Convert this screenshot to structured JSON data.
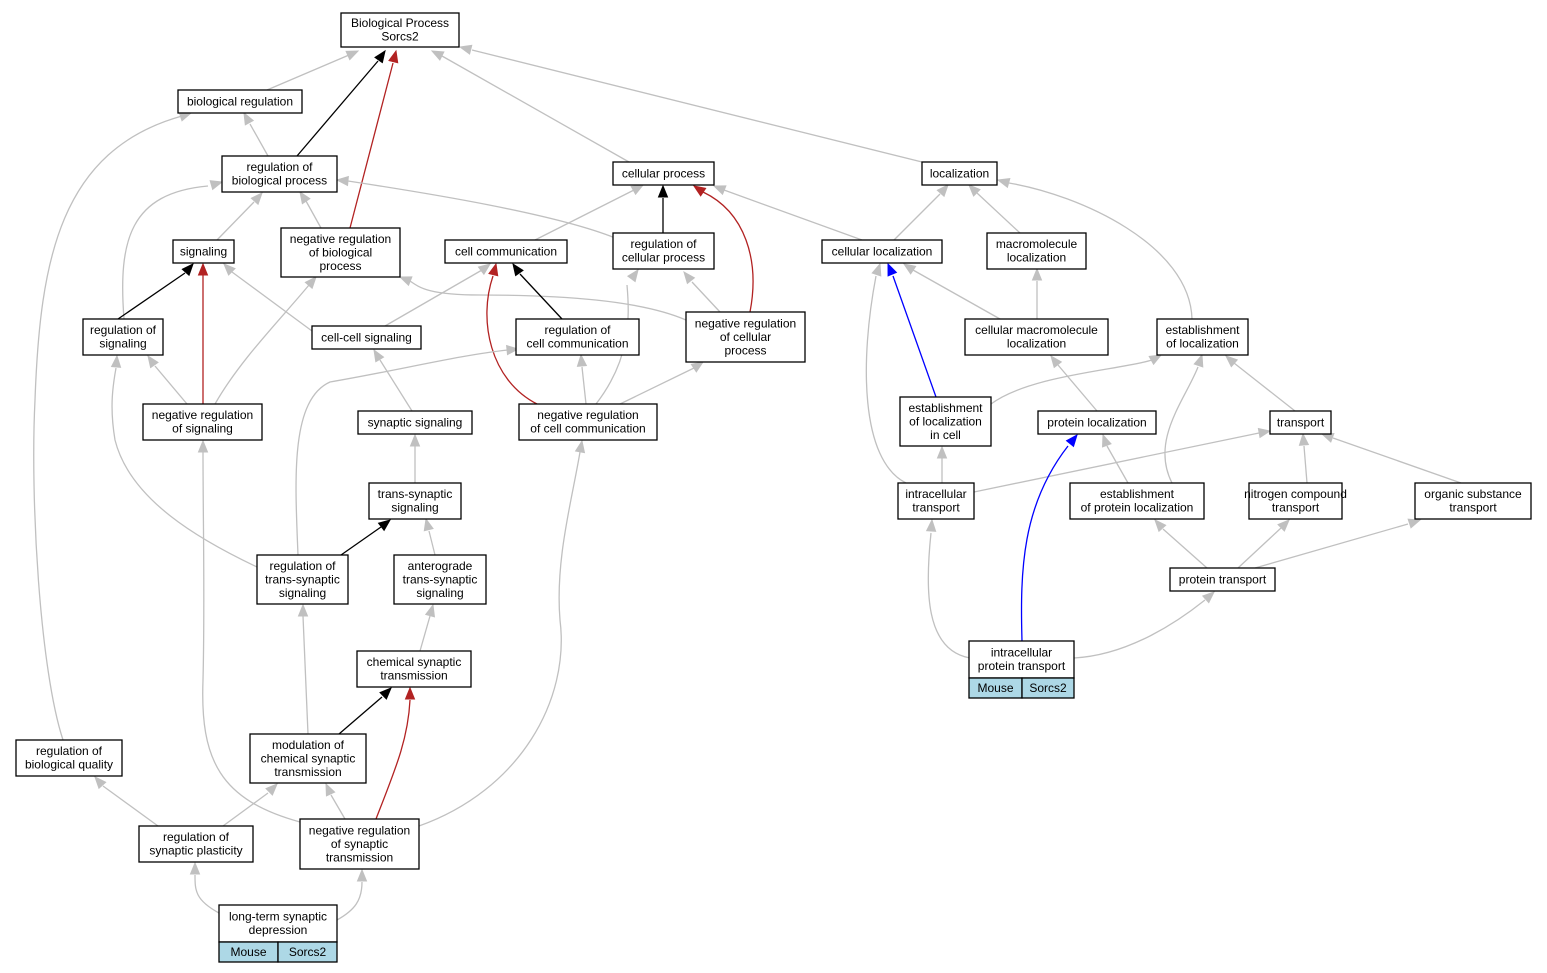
{
  "colors": {
    "gray": "#c0c0c0",
    "black": "#000000",
    "red": "#b22222",
    "blue": "#0000ff",
    "gene_bg": "#add8e6"
  },
  "nodes": [
    {
      "id": "bp",
      "lines": [
        "Biological Process",
        "Sorcs2"
      ]
    },
    {
      "id": "bioreg",
      "lines": [
        "biological regulation"
      ]
    },
    {
      "id": "regbp",
      "lines": [
        "regulation of",
        "biological process"
      ]
    },
    {
      "id": "cellproc",
      "lines": [
        "cellular process"
      ]
    },
    {
      "id": "loc",
      "lines": [
        "localization"
      ]
    },
    {
      "id": "signaling",
      "lines": [
        "signaling"
      ]
    },
    {
      "id": "negregbp",
      "lines": [
        "negative regulation",
        "of biological",
        "process"
      ]
    },
    {
      "id": "cellcomm",
      "lines": [
        "cell communication"
      ]
    },
    {
      "id": "regcp",
      "lines": [
        "regulation of",
        "cellular process"
      ]
    },
    {
      "id": "cellloc",
      "lines": [
        "cellular localization"
      ]
    },
    {
      "id": "macroloc",
      "lines": [
        "macromolecule",
        "localization"
      ]
    },
    {
      "id": "regsig",
      "lines": [
        "regulation of",
        "signaling"
      ]
    },
    {
      "id": "ccsig",
      "lines": [
        "cell-cell signaling"
      ]
    },
    {
      "id": "regcc",
      "lines": [
        "regulation of",
        "cell communication"
      ]
    },
    {
      "id": "negregcp",
      "lines": [
        "negative regulation",
        "of cellular",
        "process"
      ]
    },
    {
      "id": "cmacroloc",
      "lines": [
        "cellular macromolecule",
        "localization"
      ]
    },
    {
      "id": "estloc",
      "lines": [
        "establishment",
        "of localization"
      ]
    },
    {
      "id": "negregsig",
      "lines": [
        "negative regulation",
        "of signaling"
      ]
    },
    {
      "id": "synsig",
      "lines": [
        "synaptic signaling"
      ]
    },
    {
      "id": "negregcc",
      "lines": [
        "negative regulation",
        "of cell communication"
      ]
    },
    {
      "id": "estlocincell",
      "lines": [
        "establishment",
        "of localization",
        "in cell"
      ]
    },
    {
      "id": "protloc",
      "lines": [
        "protein localization"
      ]
    },
    {
      "id": "transport",
      "lines": [
        "transport"
      ]
    },
    {
      "id": "tsynsig",
      "lines": [
        "trans-synaptic",
        "signaling"
      ]
    },
    {
      "id": "intrtrans",
      "lines": [
        "intracellular",
        "transport"
      ]
    },
    {
      "id": "estprotloc",
      "lines": [
        "establishment",
        "of protein localization"
      ]
    },
    {
      "id": "nitro",
      "lines": [
        "nitrogen compound",
        "transport"
      ]
    },
    {
      "id": "organic",
      "lines": [
        "organic substance",
        "transport"
      ]
    },
    {
      "id": "regtsyn",
      "lines": [
        "regulation of",
        "trans-synaptic",
        "signaling"
      ]
    },
    {
      "id": "antero",
      "lines": [
        "anterograde",
        "trans-synaptic",
        "signaling"
      ]
    },
    {
      "id": "prottrans",
      "lines": [
        "protein transport"
      ]
    },
    {
      "id": "chemsyn",
      "lines": [
        "chemical synaptic",
        "transmission"
      ]
    },
    {
      "id": "intrprot",
      "lines": [
        "intracellular",
        "protein transport"
      ],
      "gene": [
        "Mouse",
        "Sorcs2"
      ]
    },
    {
      "id": "modchem",
      "lines": [
        "modulation of",
        "chemical synaptic",
        "transmission"
      ]
    },
    {
      "id": "regbq",
      "lines": [
        "regulation of",
        "biological quality"
      ]
    },
    {
      "id": "regsp",
      "lines": [
        "regulation of",
        "synaptic plasticity"
      ]
    },
    {
      "id": "negregsyn",
      "lines": [
        "negative regulation",
        "of synaptic",
        "transmission"
      ]
    },
    {
      "id": "ltd",
      "lines": [
        "long-term synaptic",
        "depression"
      ],
      "gene": [
        "Mouse",
        "Sorcs2"
      ]
    }
  ]
}
